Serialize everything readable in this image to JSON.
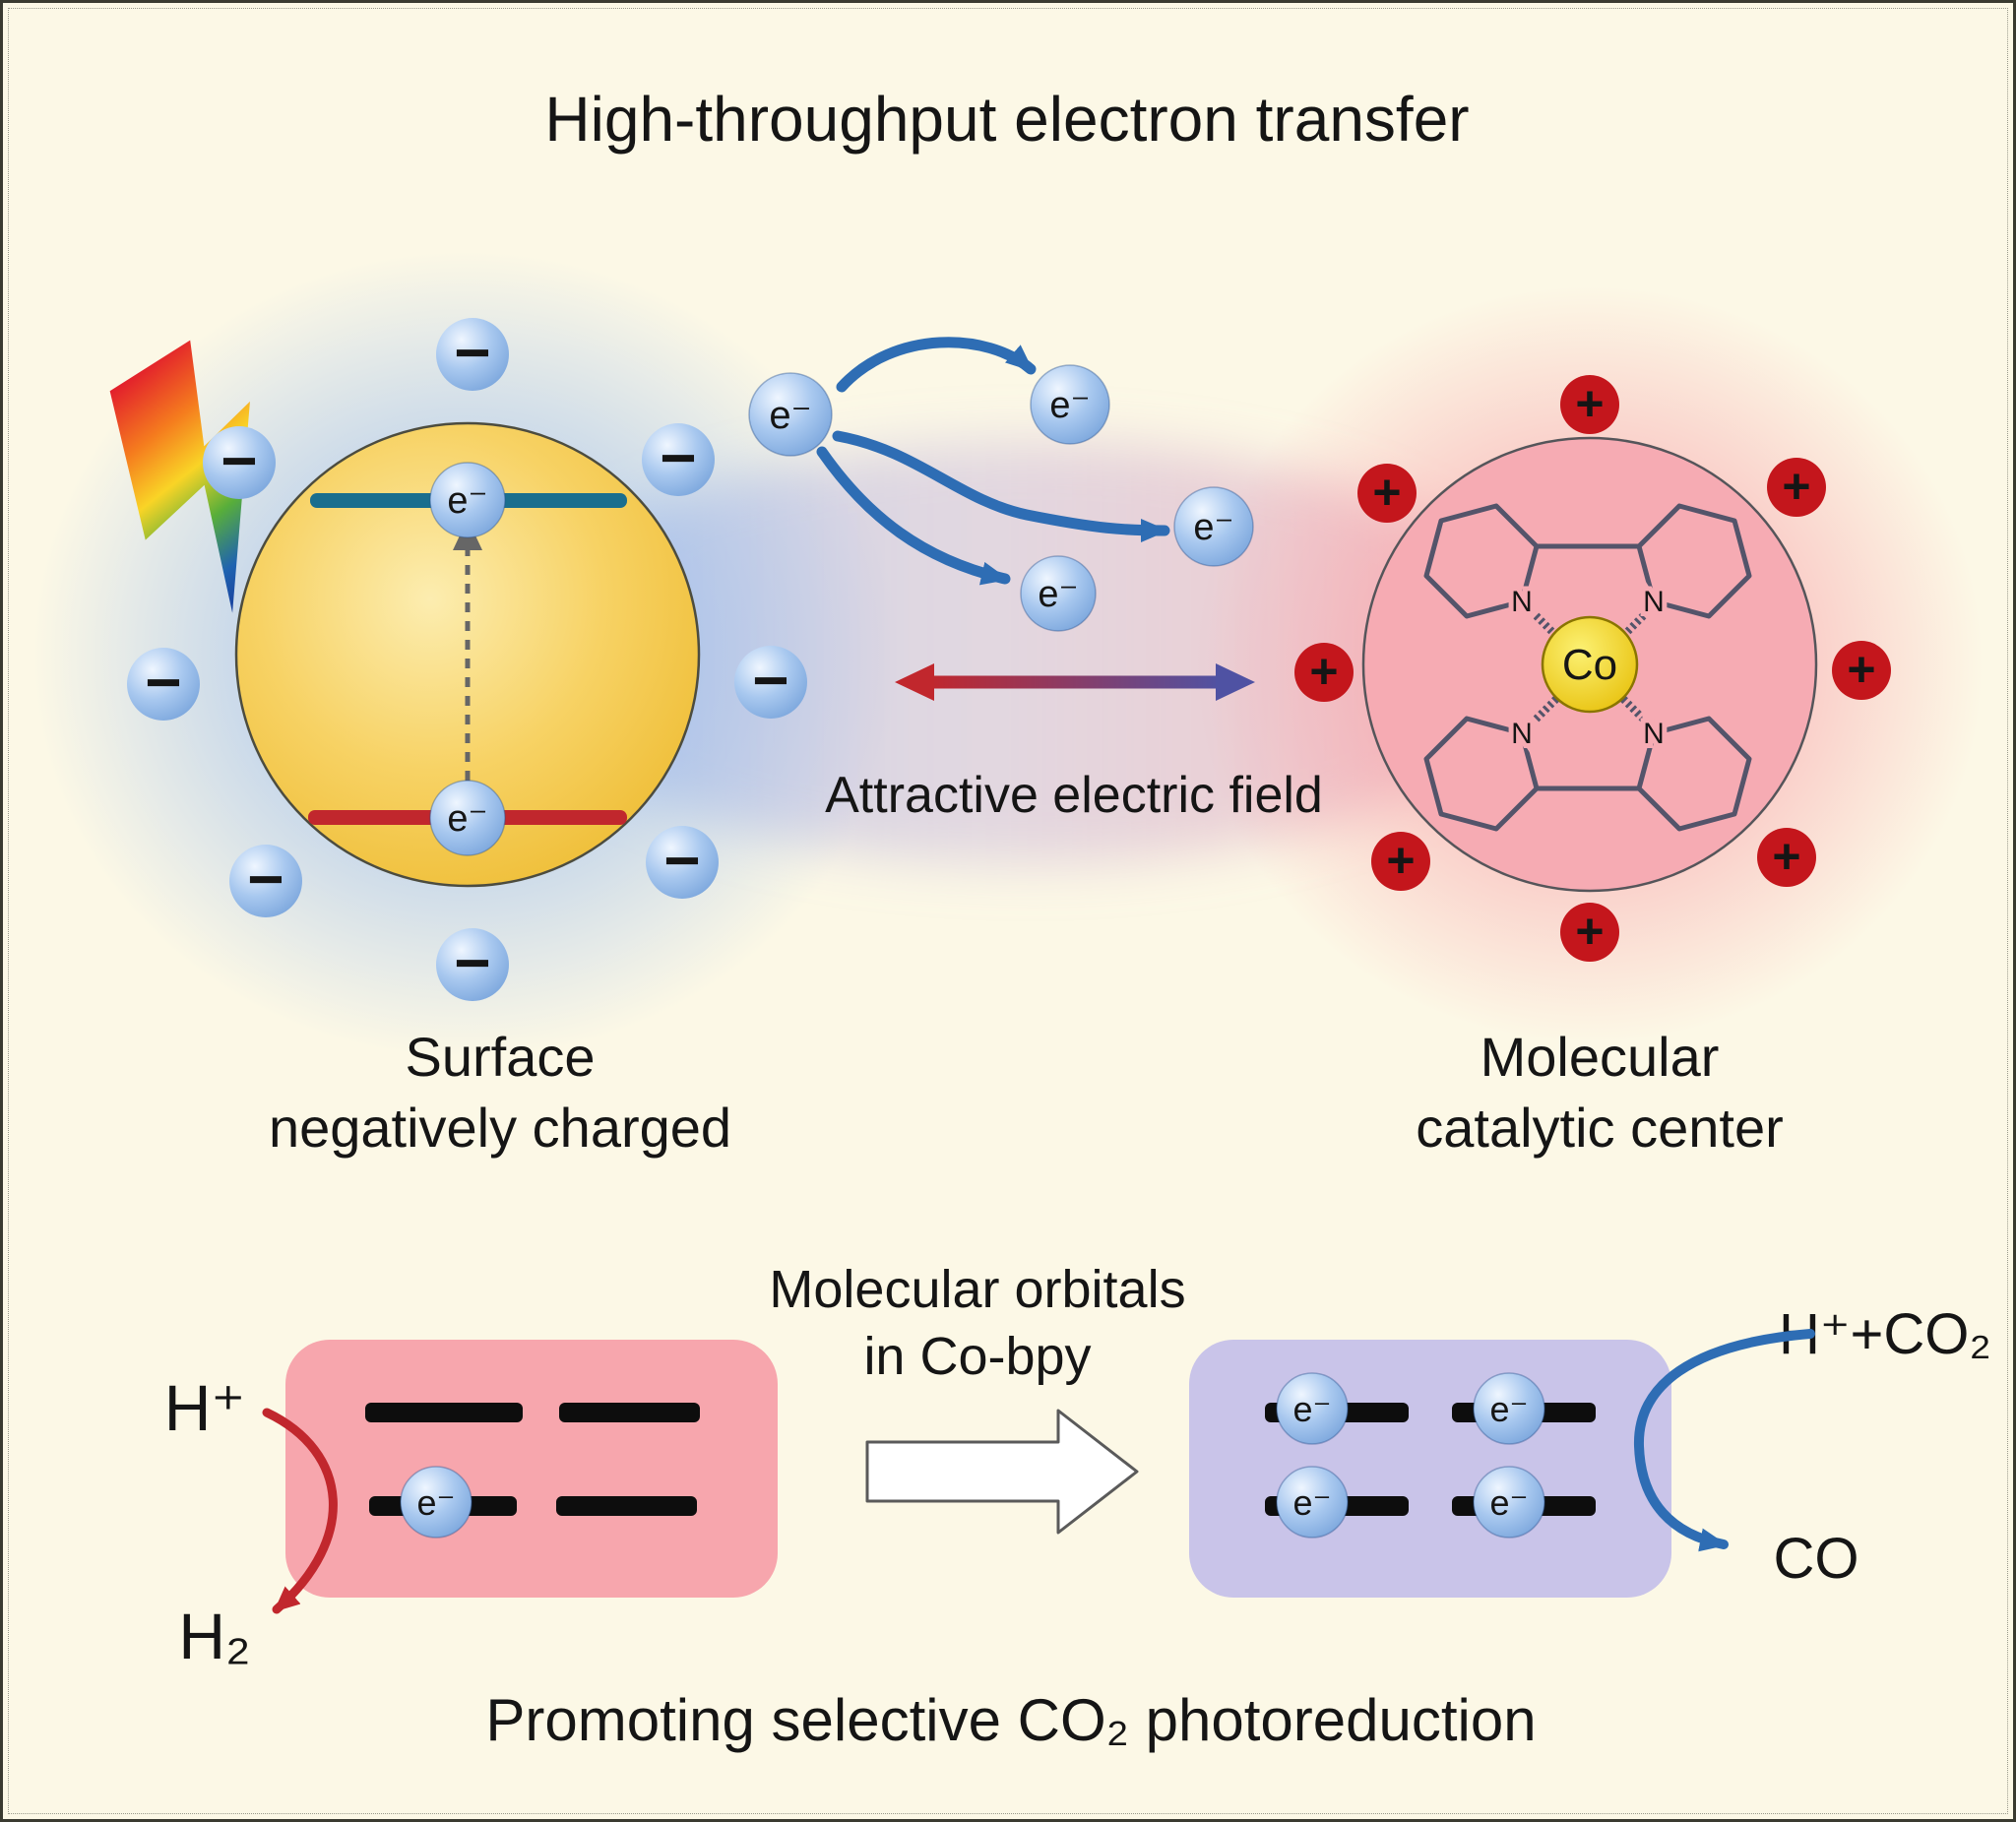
{
  "title": "High-throughput electron transfer",
  "field_label": "Attractive electric field",
  "left_label": {
    "line1": "Surface",
    "line2": "negatively charged"
  },
  "right_label": {
    "line1": "Molecular",
    "line2": "catalytic center"
  },
  "orbitals_caption": {
    "line1": "Molecular orbitals",
    "line2": "in Co-bpy"
  },
  "reactions": {
    "h_plus": "H⁺",
    "h2": "H₂",
    "h_co2": "H⁺+CO₂",
    "co": "CO"
  },
  "bottom_caption": "Promoting selective CO₂ photoreduction",
  "symbols": {
    "electron": "e⁻",
    "minus": "−",
    "plus": "+",
    "cobalt": "Co",
    "nitrogen": "N"
  },
  "colors": {
    "background": "#FCF8E6",
    "particle_yellow": "#F5C84C",
    "particle_glow_blue": "#92B7EE",
    "catalyst_pink": "#F6ABB3",
    "catalyst_glow_pink": "#F79CA6",
    "electron_blue": "#A8C8EF",
    "positive_charge_red": "#C4161C",
    "excited_level_teal": "#1A6E8E",
    "ground_level_red": "#C1272D",
    "transfer_arrow_blue": "#2E6DB4",
    "field_arrow_red": "#C1272D",
    "field_arrow_purple": "#4F52A3",
    "orbital_box_pink": "#F7A6AD",
    "orbital_box_purple": "#C9C4E9",
    "cobalt_yellow": "#EDC715"
  }
}
